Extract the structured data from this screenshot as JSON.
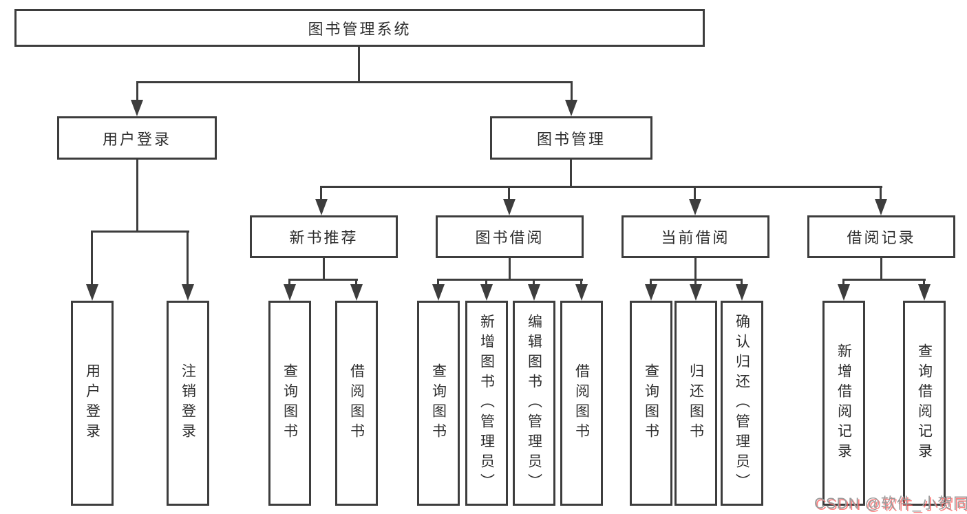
{
  "nodes": {
    "root": "图书管理系统",
    "user_login": "用户登录",
    "book_mgmt": "图书管理",
    "new_book_rec": "新书推荐",
    "book_borrow": "图书借阅",
    "current_borrow": "当前借阅",
    "borrow_records": "借阅记录",
    "ul_children": [
      "用户登录",
      "注销登录"
    ],
    "nbr_children": [
      "查询图书",
      "借阅图书"
    ],
    "bb_children": [
      "查询图书",
      "新增图书（管理员）",
      "编辑图书（管理员）",
      "借阅图书"
    ],
    "cb_children": [
      "查询图书",
      "归还图书",
      "确认归还（管理员）"
    ],
    "br_children": [
      "新增借阅记录",
      "查询借阅记录"
    ]
  },
  "watermark": "CSDN @软件_小贺同学",
  "colors": {
    "line": "#3d3d3d",
    "text": "#2e2e2e",
    "watermark_gray": "#9c9c9c",
    "watermark_red": "#fc5a5a"
  }
}
